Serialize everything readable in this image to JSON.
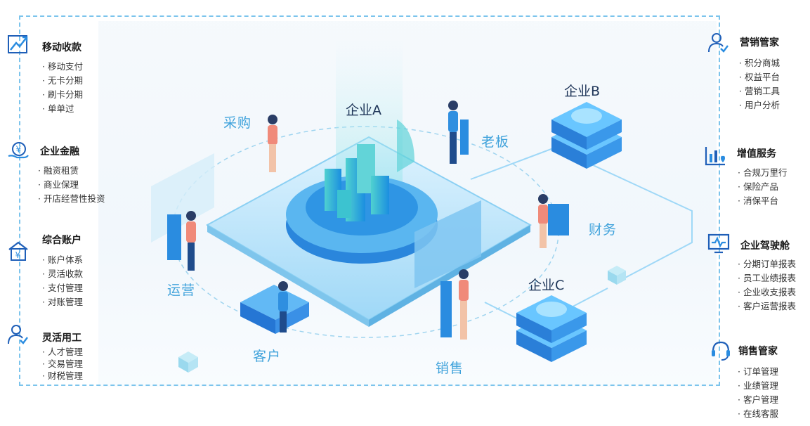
{
  "left_sections": [
    {
      "title": "移动收款",
      "icon": "trend-chart-icon",
      "items": [
        "移动支付",
        "无卡分期",
        "刷卡分期",
        "单单过"
      ]
    },
    {
      "title": "企业金融",
      "icon": "yen-hand-icon",
      "items": [
        "融资租赁",
        "商业保理",
        "开店经营性投资"
      ]
    },
    {
      "title": "综合账户",
      "icon": "yen-house-icon",
      "items": [
        "账户体系",
        "灵活收款",
        "支付管理",
        "对账管理"
      ]
    },
    {
      "title": "灵活用工",
      "icon": "person-icon",
      "items": [
        "人才管理",
        "交易管理",
        "财税管理"
      ]
    }
  ],
  "right_sections": [
    {
      "title": "营销管家",
      "icon": "person-icon",
      "items": [
        "积分商城",
        "权益平台",
        "营销工具",
        "用户分析"
      ]
    },
    {
      "title": "增值服务",
      "icon": "bar-chart-heart-icon",
      "items": [
        "合规万里行",
        "保险产品",
        "消保平台"
      ]
    },
    {
      "title": "企业驾驶舱",
      "icon": "monitor-pulse-icon",
      "items": [
        "分期订单报表",
        "员工业绩报表",
        "企业收支报表",
        "客户运营报表"
      ]
    },
    {
      "title": "销售管家",
      "icon": "headset-icon",
      "items": [
        "订单管理",
        "业绩管理",
        "客户管理",
        "在线客服"
      ]
    }
  ],
  "scene": {
    "roles": {
      "purchase": "采购",
      "boss": "老板",
      "finance": "财务",
      "operations": "运营",
      "customer": "客户",
      "sales": "销售"
    },
    "enterprises": {
      "a": "企业A",
      "b": "企业B",
      "c": "企业C"
    }
  },
  "colors": {
    "accent": "#3fa2db",
    "dashed": "#7cc4ec",
    "server": "#2c8fe0",
    "platform": "#bfe6fb"
  }
}
